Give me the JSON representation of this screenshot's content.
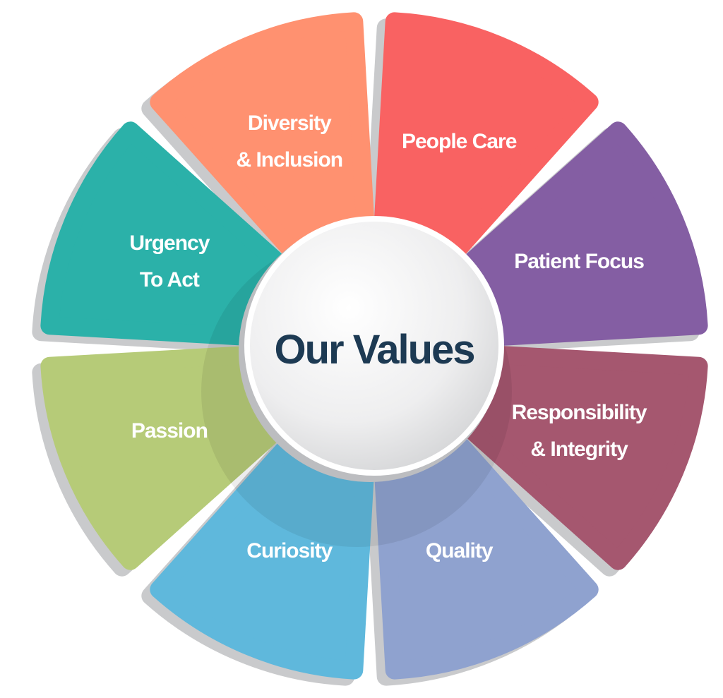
{
  "title": "Our Values",
  "colors": {
    "title": "#1d3a53",
    "shadow": "#c9cacc"
  },
  "values": [
    {
      "lines": [
        "People Care"
      ],
      "color": "#f96262"
    },
    {
      "lines": [
        "Patient Focus"
      ],
      "color": "#845ea3"
    },
    {
      "lines": [
        "Responsibility",
        "& Integrity"
      ],
      "color": "#a5576f"
    },
    {
      "lines": [
        "Quality"
      ],
      "color": "#8fa2cf"
    },
    {
      "lines": [
        "Curiosity"
      ],
      "color": "#5fb8dc"
    },
    {
      "lines": [
        "Passion"
      ],
      "color": "#b6cb78"
    },
    {
      "lines": [
        "Urgency",
        "To Act"
      ],
      "color": "#2bb1a9"
    },
    {
      "lines": [
        "Diversity",
        "& Inclusion"
      ],
      "color": "#ff9170"
    }
  ]
}
